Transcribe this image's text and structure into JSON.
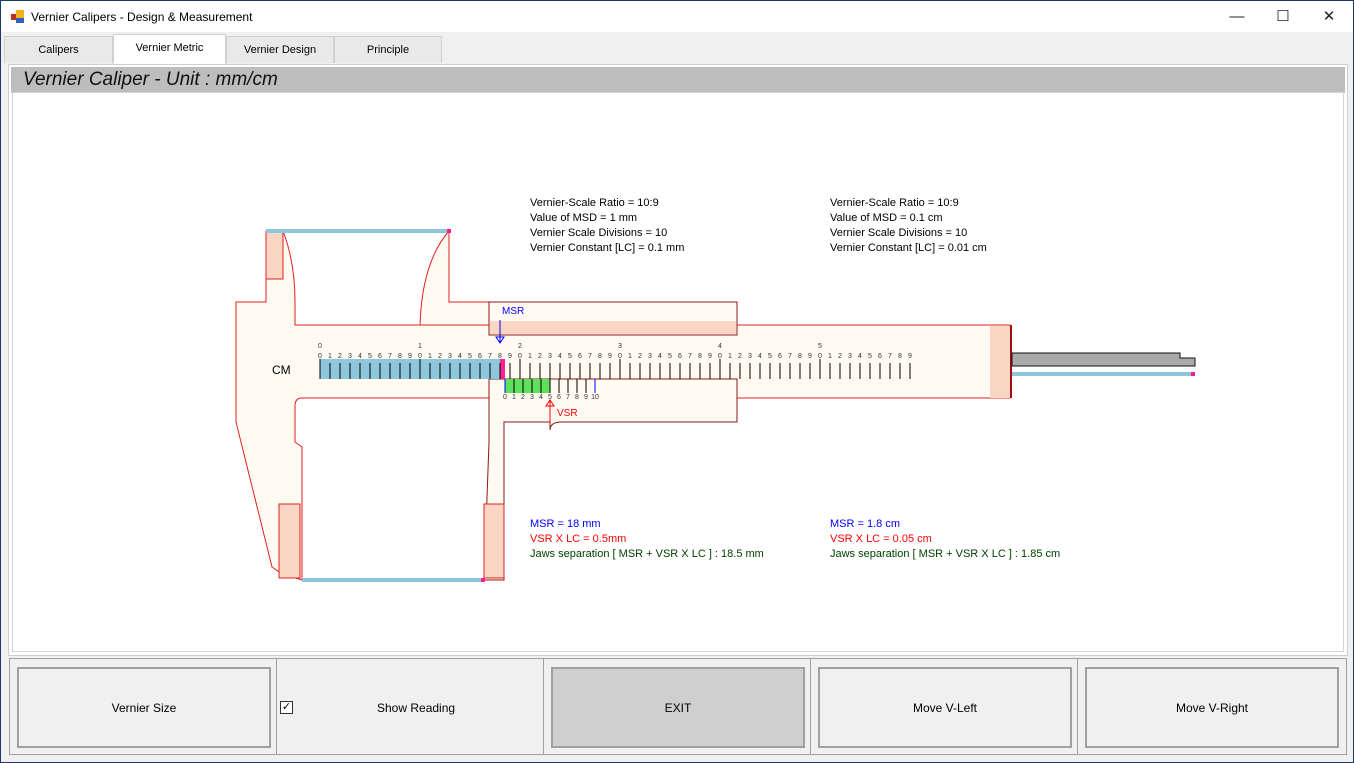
{
  "window": {
    "title": "Vernier Calipers - Design & Measurement",
    "minimize": "—",
    "maximize": "☐",
    "close": "✕"
  },
  "tabs": [
    {
      "label": "Calipers"
    },
    {
      "label": "Vernier Metric",
      "active": true
    },
    {
      "label": "Vernier Design"
    },
    {
      "label": "Principle"
    }
  ],
  "panel_title": "Vernier Caliper - Unit : mm/cm",
  "scale": {
    "unit_label": "CM",
    "main_cm_labels": [
      "0",
      "1",
      "2",
      "3",
      "4",
      "5"
    ],
    "main_mm_count": 60,
    "vernier_labels": [
      "0",
      "1",
      "2",
      "3",
      "4",
      "5",
      "6",
      "7",
      "8",
      "9",
      "10"
    ],
    "msr_label": "MSR",
    "vsr_label": "VSR",
    "msr_mm": 18,
    "vsr_division": 5
  },
  "info_mm": {
    "ratio": "Vernier-Scale Ratio = 10:9",
    "msd": "Value of MSD = 1 mm",
    "divisions": "Vernier Scale Divisions = 10",
    "lc": "Vernier Constant [LC] = 0.1 mm"
  },
  "info_cm": {
    "ratio": "Vernier-Scale Ratio = 10:9",
    "msd": "Value of MSD = 0.1 cm",
    "divisions": "Vernier Scale Divisions = 10",
    "lc": "Vernier Constant [LC] = 0.01 cm"
  },
  "reading_mm": {
    "msr": "MSR = 18 mm",
    "vsr": "VSR X LC = 0.5mm",
    "total": "Jaws separation [ MSR + VSR X LC ] : 18.5 mm"
  },
  "reading_cm": {
    "msr": "MSR = 1.8 cm",
    "vsr": "VSR X LC = 0.05 cm",
    "total": "Jaws separation [ MSR + VSR X LC ] : 1.85 cm"
  },
  "buttons": {
    "vernier_size": "Vernier Size",
    "show_reading": "Show Reading",
    "show_reading_checked": true,
    "exit": "EXIT",
    "move_left": "Move V-Left",
    "move_right": "Move V-Right"
  },
  "colors": {
    "msr": "#0000ff",
    "vsr": "#ff0000",
    "total": "#004000",
    "main_fill": "#8ec6dc",
    "vernier_fill": "#5ee05e",
    "body": "#fffaf2",
    "outline": "#e02020"
  }
}
